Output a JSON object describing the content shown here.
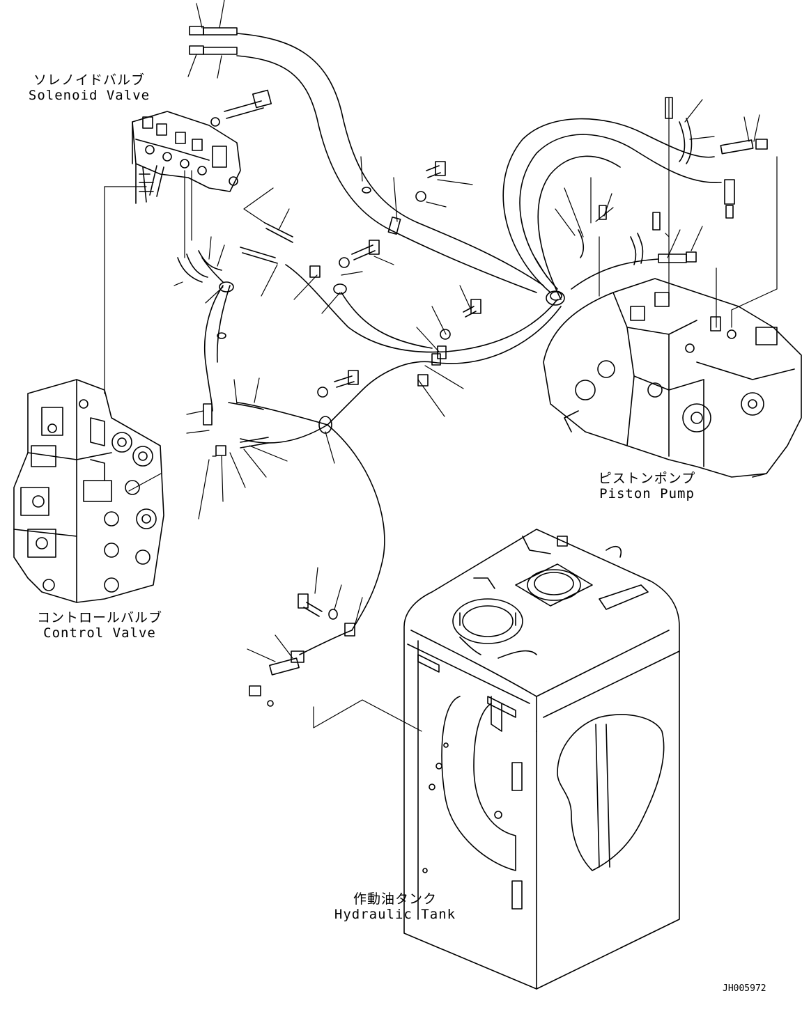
{
  "labels": {
    "solenoid_valve": {
      "jp": "ソレノイドバルブ",
      "en": "Solenoid Valve"
    },
    "piston_pump": {
      "jp": "ピストンポンプ",
      "en": "Piston Pump"
    },
    "control_valve": {
      "jp": "コントロールバルブ",
      "en": "Control Valve"
    },
    "hydraulic_tank": {
      "jp": "作動油タンク",
      "en": "Hydraulic Tank"
    }
  },
  "drawing_code": "JH005972"
}
